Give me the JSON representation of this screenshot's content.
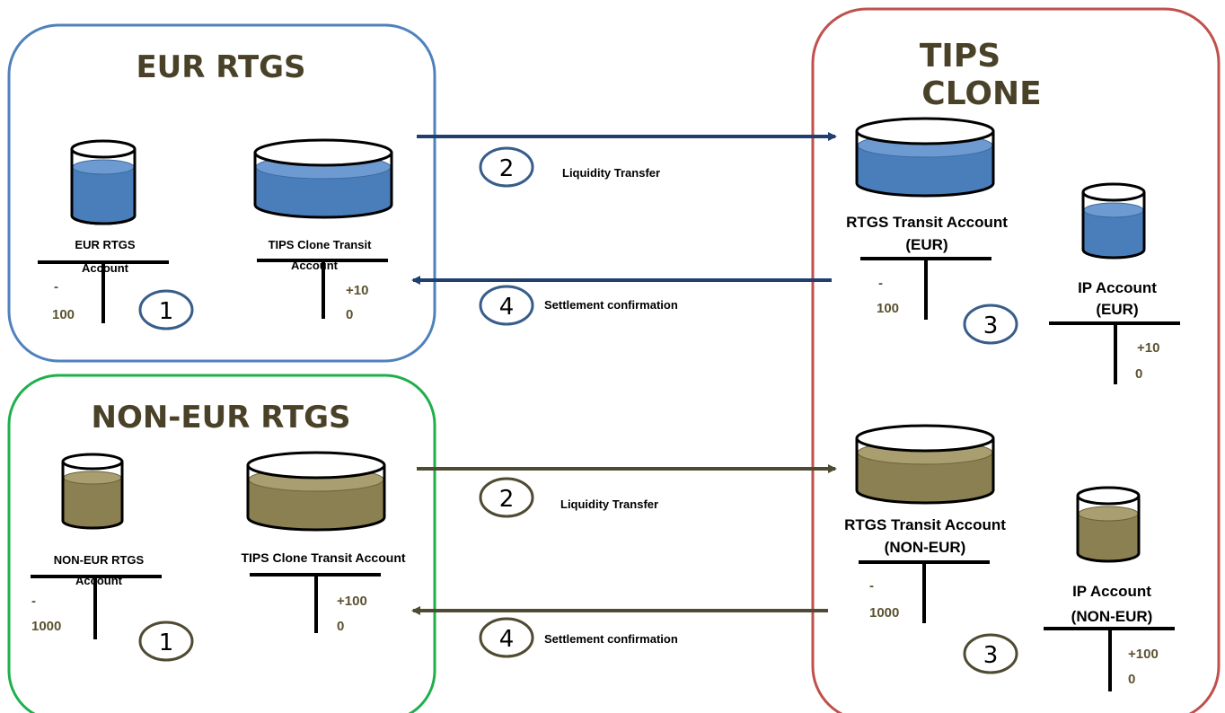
{
  "colors": {
    "eur_border": "#4f81bd",
    "tips_border": "#c0504d",
    "noneur_border": "#1faf4b",
    "eur_liquid": "#4a7ebb",
    "noneur_liquid": "#8b8052",
    "eur_arrow": "#1f3f6e",
    "noneur_arrow": "#4f4a32",
    "title_text": "#4a4129",
    "value_text": "#5b5230"
  },
  "eur_rtgs": {
    "title": "EUR RTGS",
    "account_label_1": "EUR RTGS",
    "account_label_2": "Account",
    "account_debit_1": "-",
    "account_debit_2": "100",
    "step": "1",
    "transit_label_1": "TIPS Clone Transit",
    "transit_label_2": "Account",
    "transit_credit_1": "+10",
    "transit_credit_2": "0",
    "account_icon": "cylinder-icon",
    "transit_icon": "cylinder-icon"
  },
  "noneur_rtgs": {
    "title": "NON-EUR RTGS",
    "account_label_1": "NON-EUR RTGS",
    "account_label_2": "Account",
    "account_debit_1": "-",
    "account_debit_2": "1000",
    "step": "1",
    "transit_label": "TIPS Clone Transit Account",
    "transit_credit_1": "+100",
    "transit_credit_2": "0",
    "account_icon": "cylinder-icon",
    "transit_icon": "cylinder-icon"
  },
  "tips_clone": {
    "title_1": "TIPS",
    "title_2": "CLONE",
    "eur_transit_label_1": "RTGS Transit Account",
    "eur_transit_label_2": "(EUR)",
    "eur_transit_debit_1": "-",
    "eur_transit_debit_2": "100",
    "eur_step": "3",
    "eur_ip_label_1": "IP Account",
    "eur_ip_label_2": "(EUR)",
    "eur_ip_credit_1": "+10",
    "eur_ip_credit_2": "0",
    "noneur_transit_label_1": "RTGS Transit Account",
    "noneur_transit_label_2": "(NON-EUR)",
    "noneur_transit_debit_1": "-",
    "noneur_transit_debit_2": "1000",
    "noneur_step": "3",
    "noneur_ip_label_1": "IP Account",
    "noneur_ip_label_2": "(NON-EUR)",
    "noneur_ip_credit_1": "+100",
    "noneur_ip_credit_2": "0"
  },
  "flows": {
    "eur_transfer_step": "2",
    "eur_transfer_label": "Liquidity Transfer",
    "eur_confirm_step": "4",
    "eur_confirm_label": "Settlement confirmation",
    "noneur_transfer_step": "2",
    "noneur_transfer_label": "Liquidity Transfer",
    "noneur_confirm_step": "4",
    "noneur_confirm_label": "Settlement confirmation"
  }
}
